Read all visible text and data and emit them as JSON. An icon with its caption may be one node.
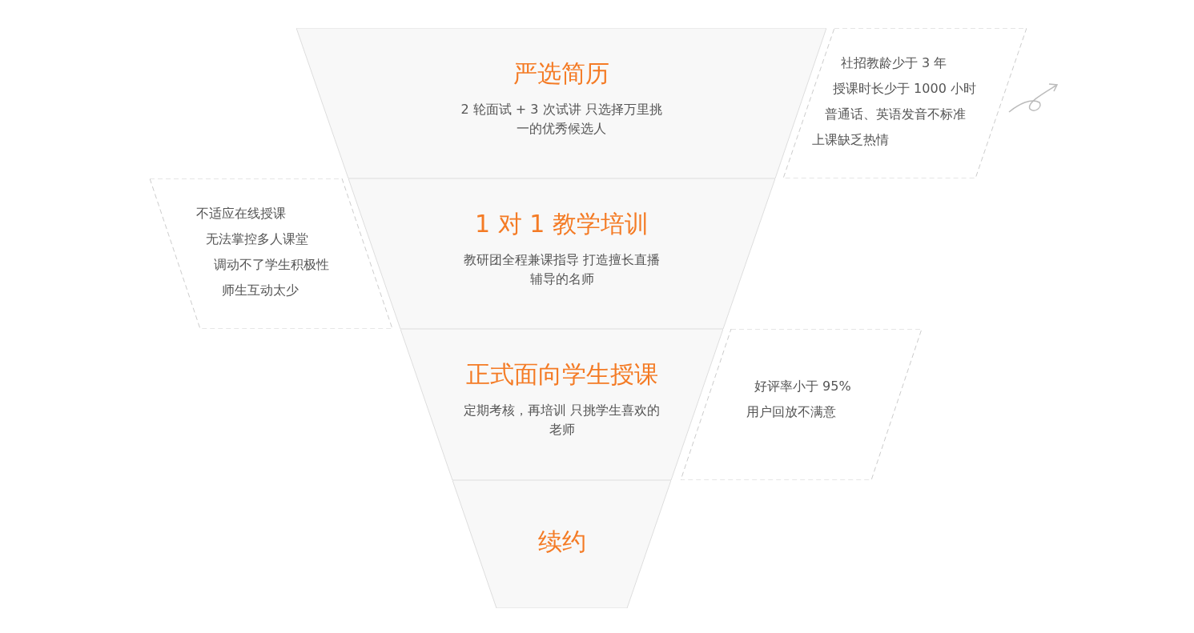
{
  "diagram": {
    "nodes": [
      {
        "text": [
          "严选简历",
          "2 轮面试 + 3 次试讲 只选择万里挑一的优秀候选人"
        ]
      },
      {
        "text": [
          "1 对 1 教学培训",
          "教研团全程兼课指导 打造擅长直播辅导的名师"
        ]
      },
      {
        "text": [
          "正式面向学生授课",
          "定期考核，再培训 只挑学生喜欢的老师"
        ]
      },
      {
        "text": [
          "续约"
        ]
      },
      {
        "text": [
          "社招教龄少于 3 年",
          "授课时长少于 1000 小时",
          "普通话、英语发音不标准",
          "上课缺乏热情"
        ]
      },
      {
        "text": [
          "不适应在线授课",
          "无法掌控多人课堂",
          "调动不了学生积极性",
          "师生互动太少"
        ]
      },
      {
        "text": [
          "好评率小于 95%",
          "用户回放不满意"
        ]
      }
    ]
  }
}
